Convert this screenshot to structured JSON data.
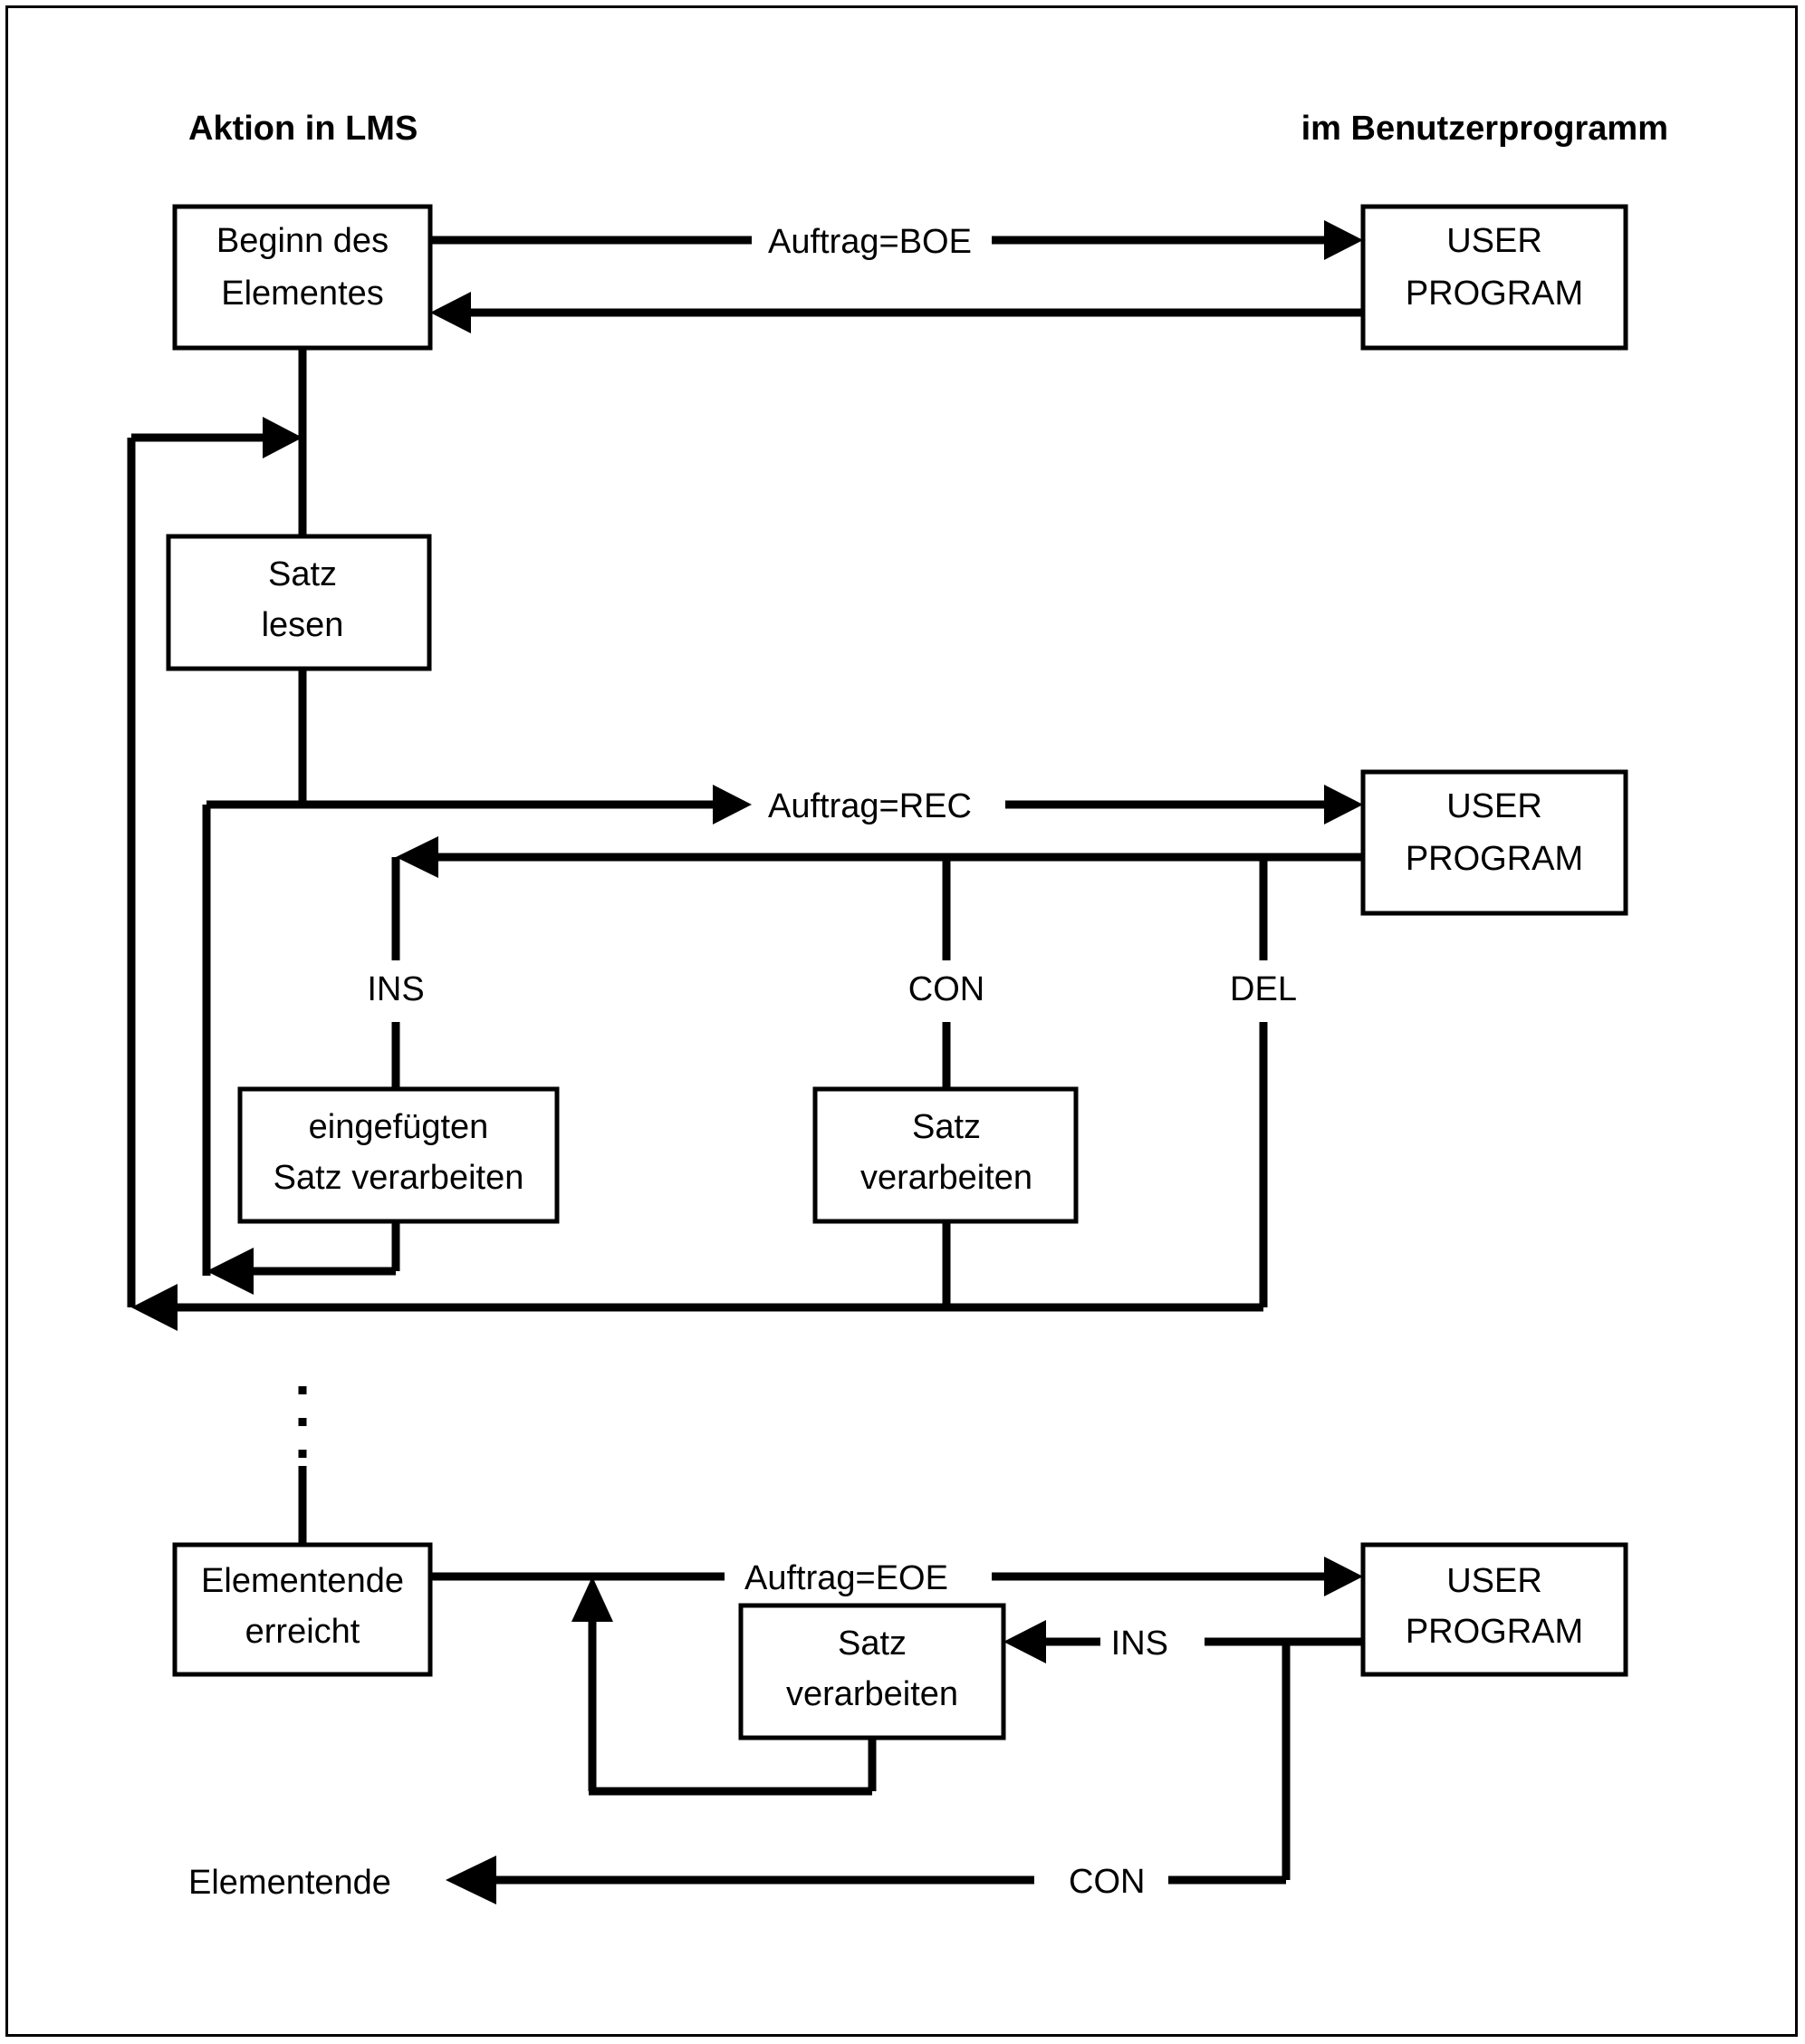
{
  "diagram": {
    "title_left": "Aktion in LMS",
    "title_right": "im Benutzerprogramm",
    "boxes": {
      "beginn": {
        "line1": "Beginn des",
        "line2": "Elementes"
      },
      "satz_lesen": {
        "line1": "Satz",
        "line2": "lesen"
      },
      "user_program_1": {
        "line1": "USER",
        "line2": "PROGRAM"
      },
      "user_program_2": {
        "line1": "USER",
        "line2": "PROGRAM"
      },
      "user_program_3": {
        "line1": "USER",
        "line2": "PROGRAM"
      },
      "eingefuegten": {
        "line1": "eingefügten",
        "line2": "Satz verarbeiten"
      },
      "satz_verarbeiten_mid": {
        "line1": "Satz",
        "line2": "verarbeiten"
      },
      "satz_verarbeiten_bottom": {
        "line1": "Satz",
        "line2": "verarbeiten"
      },
      "elementende_erreicht": {
        "line1": "Elementende",
        "line2": "erreicht"
      }
    },
    "edge_labels": {
      "auftrag_boe": "Auftrag=BOE",
      "auftrag_rec": "Auftrag=REC",
      "auftrag_eoe": "Auftrag=EOE",
      "ins_mid": "INS",
      "con_mid": "CON",
      "del_mid": "DEL",
      "ins_bottom": "INS",
      "con_bottom": "CON"
    },
    "terminals": {
      "elementende": "Elementende"
    },
    "colors": {
      "stroke": "#000000",
      "background": "#ffffff",
      "box_fill": "#ffffff"
    }
  }
}
